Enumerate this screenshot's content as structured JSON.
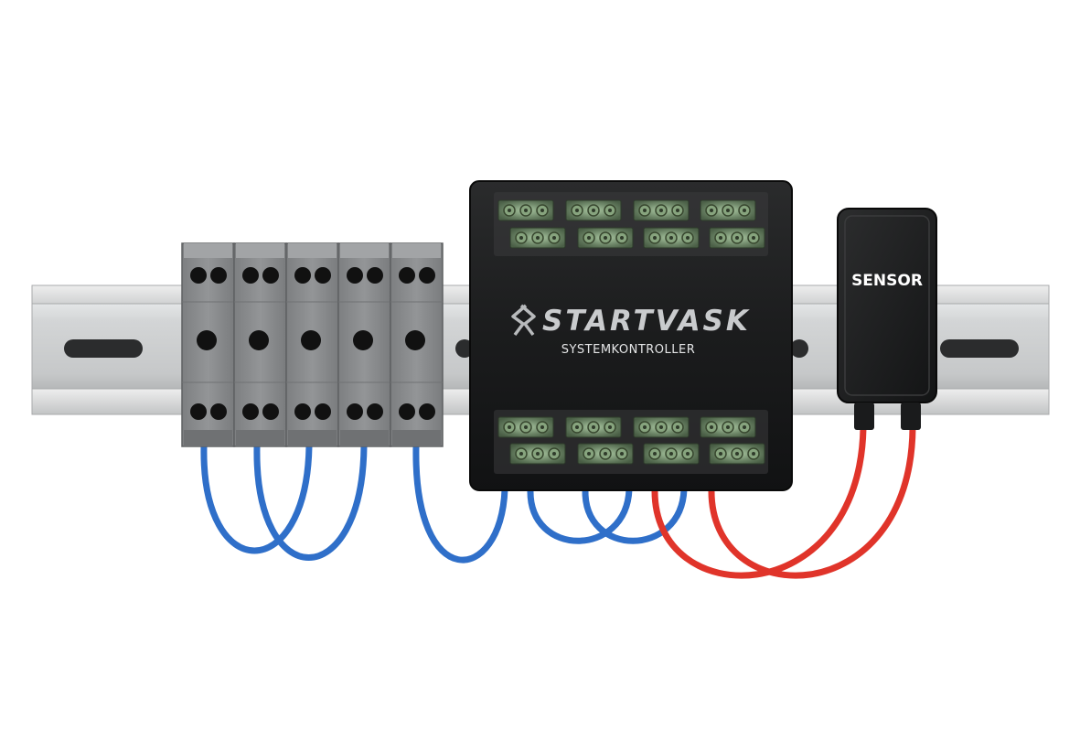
{
  "controller": {
    "brand": "STARTVASK",
    "subtitle": "SYSTEMKONTROLLER"
  },
  "sensor": {
    "label": "SENSOR"
  },
  "terminal_block_count": 5,
  "colors": {
    "rail": "#c9cbcc",
    "terminal": "#8a8c8e",
    "controller": "#1d1e1f",
    "connector": "#6f9466",
    "sensor": "#1a1b1c",
    "wire_blue": "#2f6fc9",
    "wire_red": "#e0342a"
  }
}
